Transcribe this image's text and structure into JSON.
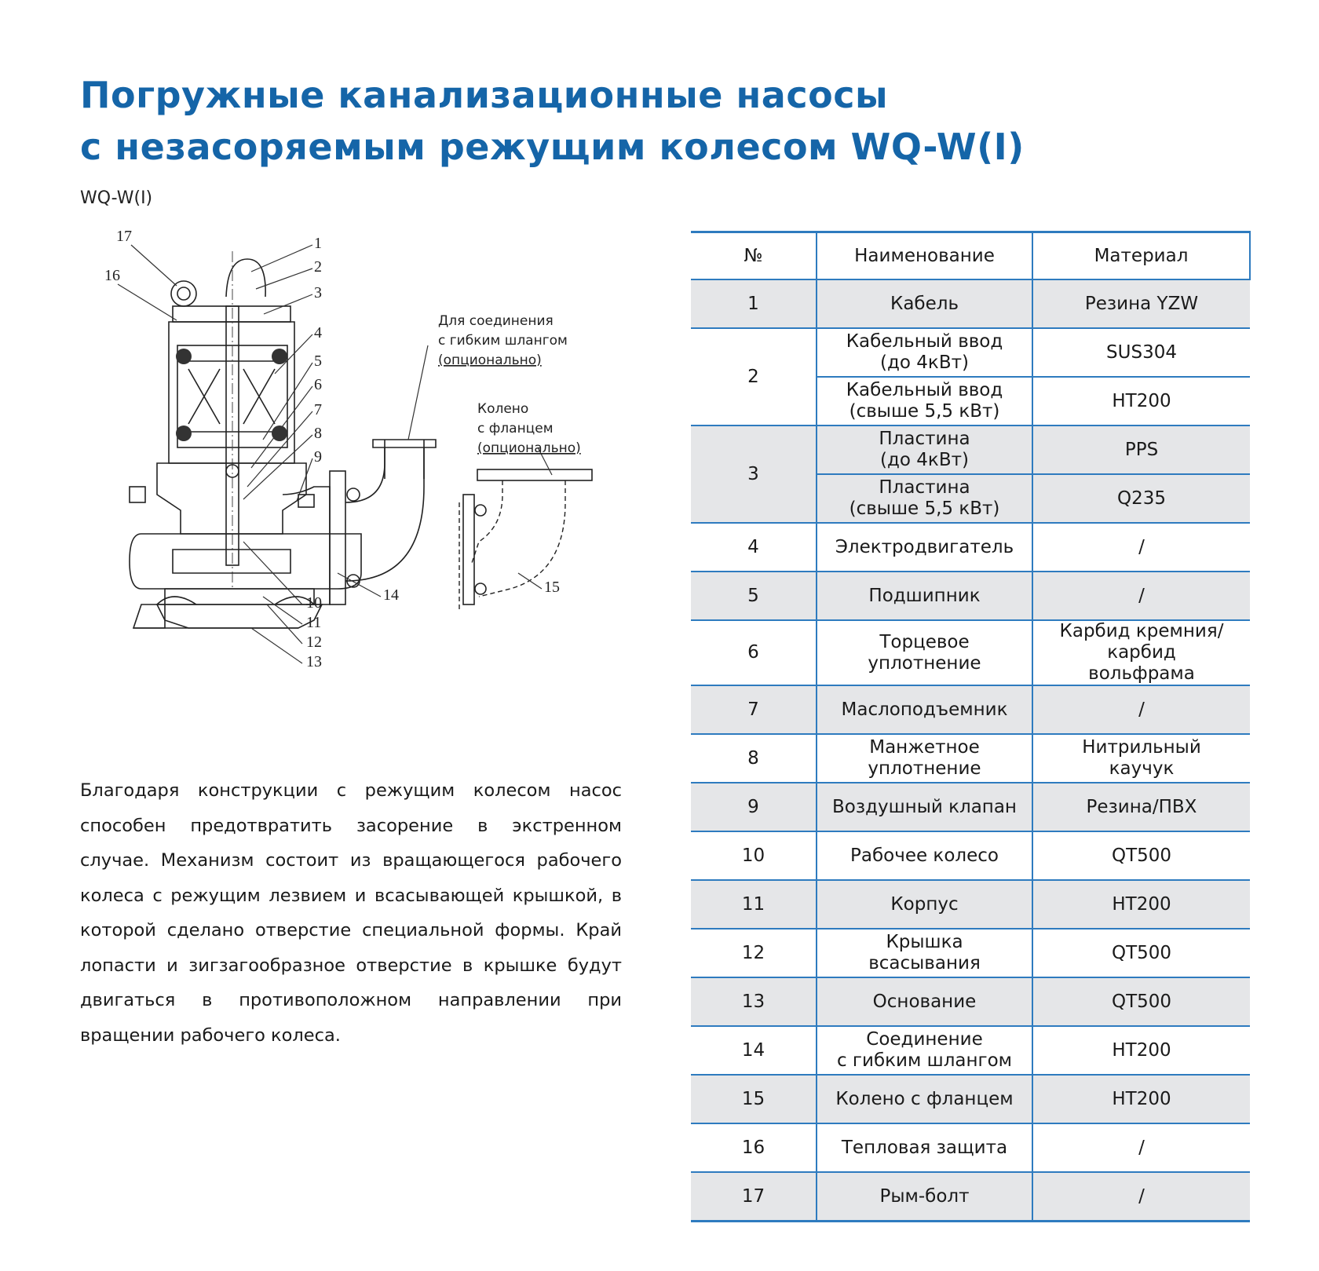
{
  "title": {
    "line1": "Погружные канализационные насосы",
    "line2": "с незасоряемым режущим колесом WQ-W(I)"
  },
  "subtitle": "WQ-W(I)",
  "drawing": {
    "callouts": [
      "1",
      "2",
      "3",
      "4",
      "5",
      "6",
      "7",
      "8",
      "9",
      "10",
      "11",
      "12",
      "13",
      "14",
      "15",
      "16",
      "17"
    ],
    "hose_note": [
      "Для соединения",
      "с гибким шлангом",
      "(опционально)"
    ],
    "elbow_note": [
      "Колено",
      "с фланцем",
      "(опционально)"
    ]
  },
  "description": "Благодаря конструкции с режущим колесом насос способен предотвратить засорение в экстренном случае. Механизм состоит из вращающегося рабочего колеса с режущим лезвием и всасывающей крышкой, в которой сделано отверстие специальной формы. Край лопасти и зигзагообразное отверстие в крышке будут двигаться в противоположном направлении при вращении рабочего колеса.",
  "table": {
    "headers": [
      "№",
      "Наименование",
      "Материал"
    ],
    "rows": [
      {
        "num": "1",
        "name": "Кабель",
        "material": "Резина YZW"
      },
      {
        "num": "2",
        "name": "Кабельный ввод\n(до 4кВт)",
        "material": "SUS304"
      },
      {
        "num": "",
        "name": "Кабельный ввод\n(свыше 5,5 кВт)",
        "material": "HT200"
      },
      {
        "num": "3",
        "name": "Пластина\n(до 4кВт)",
        "material": "PPS"
      },
      {
        "num": "",
        "name": "Пластина\n(свыше 5,5 кВт)",
        "material": "Q235"
      },
      {
        "num": "4",
        "name": "Электродвигатель",
        "material": "/"
      },
      {
        "num": "5",
        "name": "Подшипник",
        "material": "/"
      },
      {
        "num": "6",
        "name": "Торцевое\nуплотнение",
        "material": "Карбид кремния/\nкарбид\nвольфрама"
      },
      {
        "num": "7",
        "name": "Маслоподъемник",
        "material": "/"
      },
      {
        "num": "8",
        "name": "Манжетное\nуплотнение",
        "material": "Нитрильный\nкаучук"
      },
      {
        "num": "9",
        "name": "Воздушный клапан",
        "material": "Резина/ПВХ"
      },
      {
        "num": "10",
        "name": "Рабочее колесо",
        "material": "QT500"
      },
      {
        "num": "11",
        "name": "Корпус",
        "material": "HT200"
      },
      {
        "num": "12",
        "name": "Крышка\nвсасывания",
        "material": "QT500"
      },
      {
        "num": "13",
        "name": "Основание",
        "material": "QT500"
      },
      {
        "num": "14",
        "name": "Соединение\nс гибким шлангом",
        "material": "HT200"
      },
      {
        "num": "15",
        "name": "Колено с фланцем",
        "material": "HT200"
      },
      {
        "num": "16",
        "name": "Тепловая защита",
        "material": "/"
      },
      {
        "num": "17",
        "name": "Рым-болт",
        "material": "/"
      }
    ]
  }
}
